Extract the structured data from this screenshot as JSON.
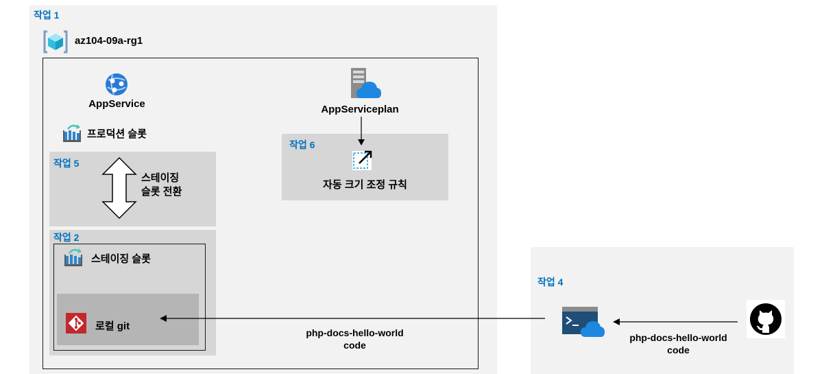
{
  "tasks": {
    "task1": "작업 1",
    "task2": "작업 2",
    "task4": "작업 4",
    "task5": "작업 5",
    "task6": "작업 6"
  },
  "resource_group": {
    "name": "az104-09a-rg1",
    "icon": "resource-group-icon"
  },
  "app_service": {
    "label": "AppService",
    "icon": "app-service-icon"
  },
  "production_slot": {
    "label": "프로덕션 슬롯",
    "icon": "deployment-slot-icon"
  },
  "swap": {
    "label_line1": "스테이징",
    "label_line2": "슬롯 전환"
  },
  "app_service_plan": {
    "label": "AppServiceplan",
    "icon": "app-service-plan-icon"
  },
  "autoscale": {
    "label": "자동 크기 조정 규칙",
    "icon": "autoscale-icon"
  },
  "staging_slot": {
    "label": "스테이징 슬롯",
    "icon": "deployment-slot-icon"
  },
  "local_git": {
    "label": "로컬 git",
    "icon": "git-icon"
  },
  "code_center": {
    "line1": "php-docs-hello-world",
    "line2": "code"
  },
  "code_right": {
    "line1": "php-docs-hello-world",
    "line2": "code"
  },
  "cloud_shell": {
    "icon": "cloud-shell-icon"
  },
  "github": {
    "icon": "github-icon"
  },
  "colors": {
    "accent": "#0070c0",
    "panel": "#f2f2f2",
    "box": "#d6d6d6",
    "git_box": "#b5b5b5"
  }
}
